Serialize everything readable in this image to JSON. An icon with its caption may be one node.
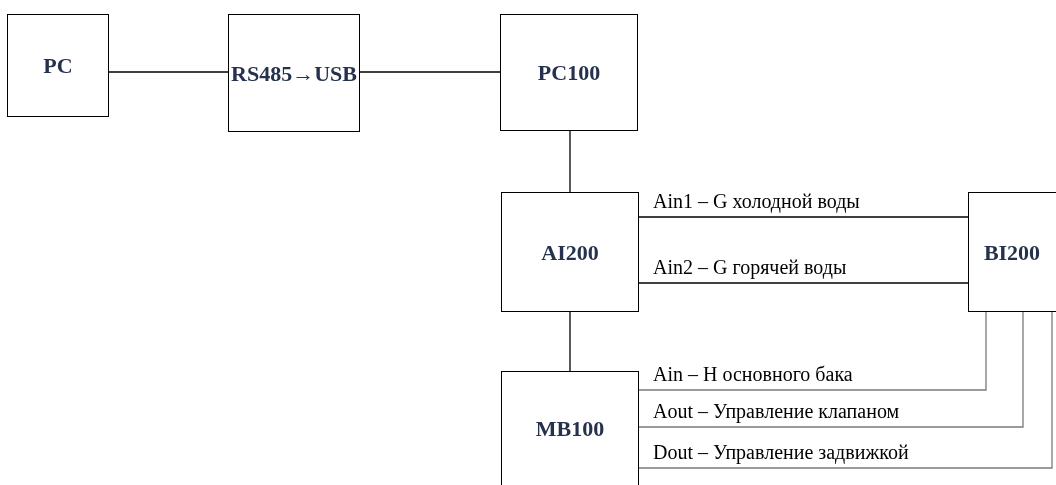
{
  "diagram": {
    "nodes": [
      {
        "text": [
          "PC"
        ]
      },
      {
        "text": [
          "RS485→USB"
        ]
      },
      {
        "text": [
          "PC100"
        ]
      },
      {
        "text": [
          "AI200"
        ]
      },
      {
        "text": [
          "BI200"
        ]
      },
      {
        "text": [
          "MB100"
        ]
      }
    ],
    "edges": [
      {
        "from": 0,
        "to": 1,
        "arrow": "none"
      },
      {
        "from": 1,
        "to": 2,
        "arrow": "none"
      },
      {
        "from": 2,
        "to": 3,
        "arrow": "none"
      },
      {
        "from": 3,
        "to": 4,
        "arrow": "none",
        "label": "Ain1 – G холодной воды"
      },
      {
        "from": 3,
        "to": 4,
        "arrow": "none",
        "label": "Ain2 – G горячей воды"
      },
      {
        "from": 3,
        "to": 5,
        "arrow": "none"
      },
      {
        "from": 5,
        "to": 4,
        "arrow": "none",
        "label": "Ain – H основного бака",
        "color": "#7a7a7a"
      },
      {
        "from": 5,
        "to": 4,
        "arrow": "none",
        "label": "Aout – Управление клапаном",
        "color": "#7a7a7a"
      },
      {
        "from": 5,
        "to": 4,
        "arrow": "none",
        "label": "Dout – Управление задвижкой",
        "color": "#7a7a7a"
      }
    ]
  }
}
